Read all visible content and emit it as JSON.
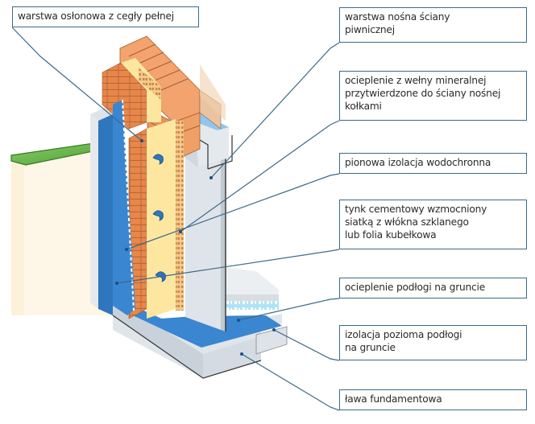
{
  "diagram": {
    "title": "Przekrój ściany piwnicznej z izolacją",
    "labels": {
      "outer_layer": [
        "warstwa osłonowa z cegły pełnej"
      ],
      "load_bearing": [
        "warstwa nośna ściany",
        "piwnicznej"
      ],
      "wool_insulation": [
        "ocieplenie z wełny mineralnej",
        "przytwierdzone do ściany nośnej",
        "kołkami"
      ],
      "vertical_waterproofing": [
        "pionowa izolacja wodochronna"
      ],
      "cement_plaster": [
        "tynk cementowy wzmocniony",
        "siatką z włókna szklanego",
        "lub folia kubełkowa"
      ],
      "floor_insulation": [
        "ocieplenie podłogi na gruncie"
      ],
      "horizontal_insulation": [
        "izolacja pozioma podłogi",
        "na gruncie"
      ],
      "footing": [
        "ława fundamentowa"
      ]
    },
    "colors": {
      "label_border": "#3d6a86",
      "leader_line": "#3d6a86",
      "brick": "#e8874a",
      "brick_mortar": "#b8683a",
      "wool": "#fde7a0",
      "waterproofing_blue": "#3a86d0",
      "light_blue": "#8fc6ee",
      "concrete": "#dfe4ea",
      "concrete_dark": "#c3ccd6",
      "soil": "#fdf1da",
      "grass": "#6bb84a",
      "top_brick": "#f2a36e"
    }
  }
}
